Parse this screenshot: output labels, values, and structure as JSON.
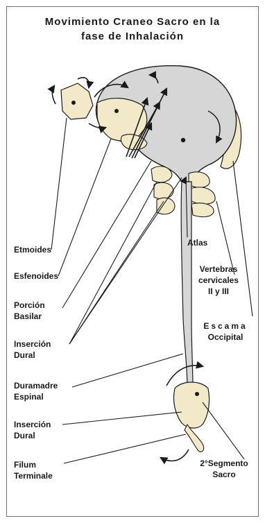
{
  "title": {
    "line1": "Movimiento Craneo Sacro en la",
    "line2": "fase de Inhalación"
  },
  "labels": {
    "etmoides": "Etmoides",
    "esfenoides": "Esfenoides",
    "porcion_basilar": {
      "line1": "Porción",
      "line2": "Basilar"
    },
    "insercion_dural_upper": {
      "line1": "Inserción",
      "line2": "Dural"
    },
    "duramadre_espinal": {
      "line1": "Duramadre",
      "line2": "Espinal"
    },
    "insercion_dural_lower": {
      "line1": "Inserción",
      "line2": "Dural"
    },
    "filum_terminale": {
      "line1": "Filum",
      "line2": "Terminale"
    },
    "atlas": "Atlas",
    "vertebras_cervicales": {
      "line1": "Vertebras",
      "line2": "cervicales",
      "line3": "II y III"
    },
    "escama_occipital": {
      "line1": "Escama",
      "line2": "Occipital"
    },
    "segmento_sacro": {
      "line1": "2°Segmento",
      "line2": "Sacro"
    }
  },
  "colors": {
    "skull_fill": "#d6d6d6",
    "bone_fill": "#f2e9c8",
    "outline": "#1a1a1a",
    "frame": "#6f6f6f"
  }
}
